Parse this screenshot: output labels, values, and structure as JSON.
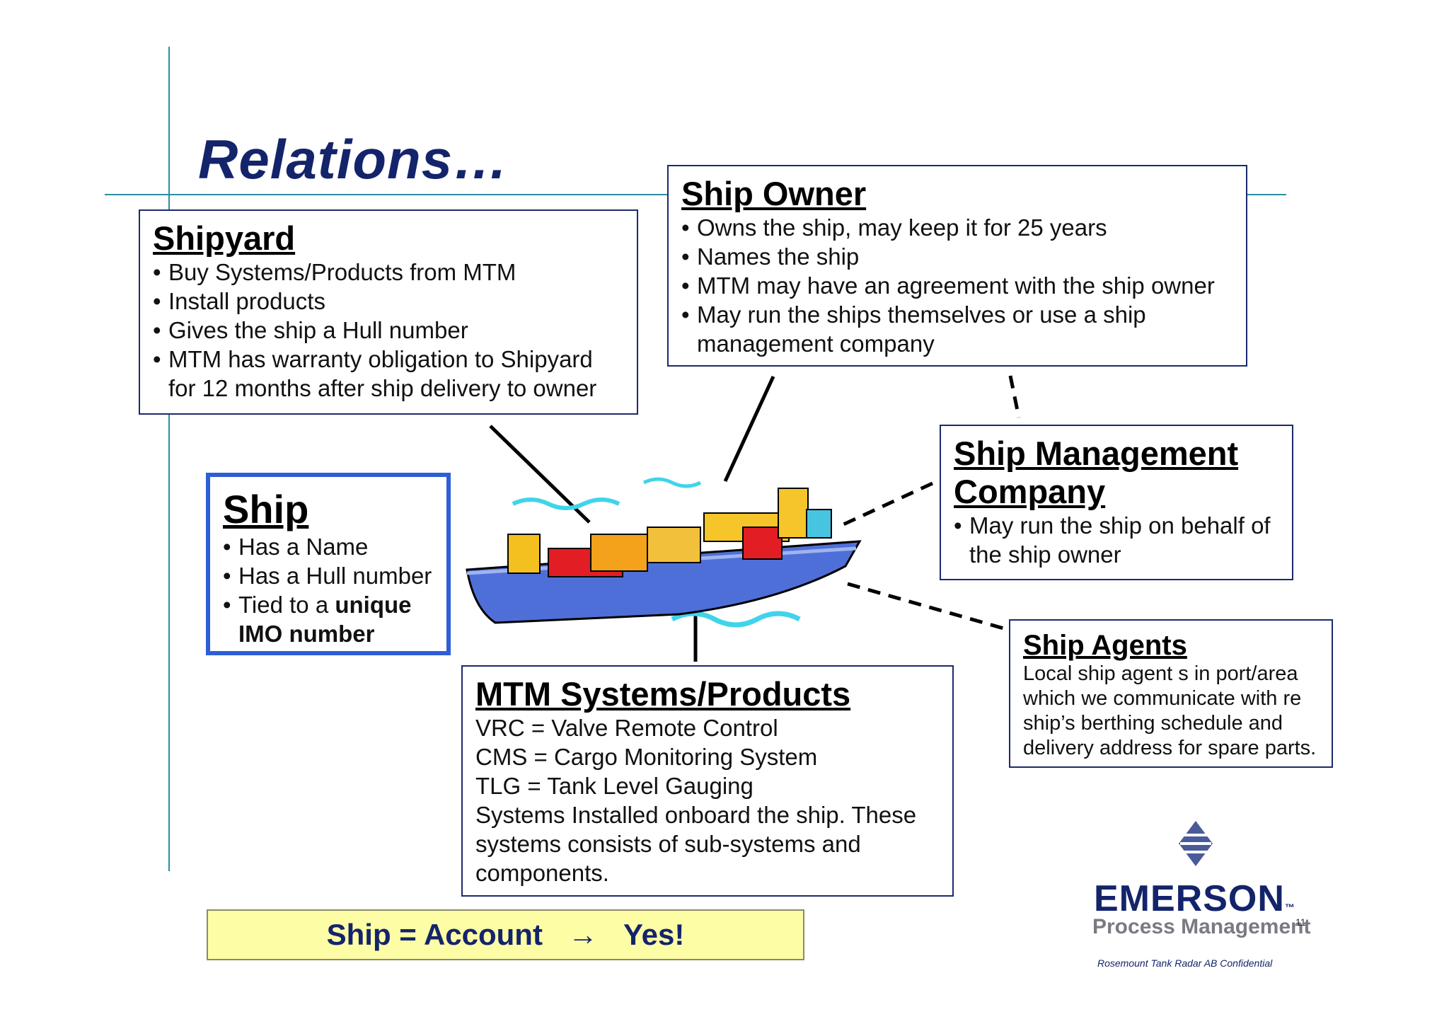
{
  "title": "Relations…",
  "shipyard": {
    "heading": "Shipyard",
    "items": [
      "Buy Systems/Products from MTM",
      "Install products",
      "Gives the ship a Hull number",
      "MTM has warranty obligation to Shipyard for 12 months after ship delivery to owner"
    ]
  },
  "ship_owner": {
    "heading": "Ship Owner",
    "items": [
      "Owns the ship, may keep it for 25 years",
      "Names the ship",
      "MTM may have an agreement with the ship owner",
      "May run the ships themselves or use a ship management company"
    ]
  },
  "ship_management": {
    "heading": "Ship Management Company",
    "items": [
      "May run the ship on behalf of the ship owner"
    ]
  },
  "ship": {
    "heading": "Ship",
    "items": [
      "Has a Name",
      "Has a Hull number"
    ],
    "item3_prefix": "Tied to a ",
    "item3_bold": "unique IMO number"
  },
  "ship_agents": {
    "heading": "Ship Agents",
    "text": "Local ship agent s in port/area which we communicate with re ship’s berthing schedule and delivery address for spare parts."
  },
  "mtm_systems": {
    "heading": "MTM Systems/Products",
    "lines": [
      "VRC = Valve Remote Control",
      "CMS = Cargo Monitoring System",
      "TLG = Tank Level Gauging",
      "Systems Installed onboard the ship. These systems consists of sub-systems and components."
    ]
  },
  "footer": {
    "left": "Ship = Account",
    "arrow": "→",
    "right": "Yes!"
  },
  "logo": {
    "name": "EMERSON",
    "sub": "Process Management",
    "tm": "™"
  },
  "page_number": "11",
  "confidential": "Rosemount Tank Radar AB Confidential",
  "colors": {
    "title": "#14246b",
    "box_border": "#1c2a6c",
    "ship_border": "#2d5ed6",
    "footer_bg": "#fdfda6",
    "guides": "#2a8fa0"
  }
}
